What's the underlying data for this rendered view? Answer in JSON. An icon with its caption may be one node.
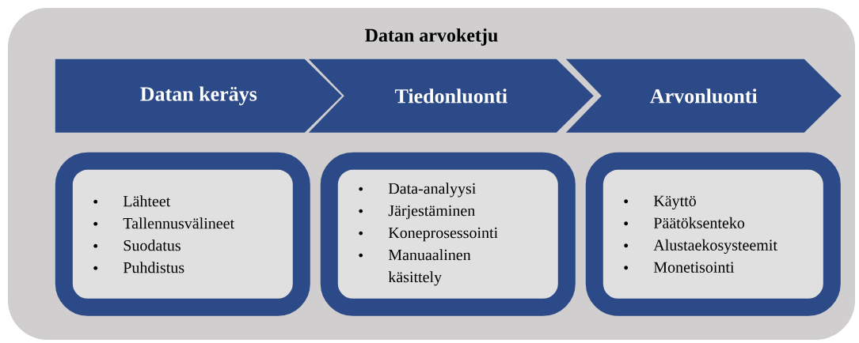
{
  "diagram": {
    "nodes": [
      {
        "text": [
          "Datan arvoketju"
        ]
      },
      {
        "text": [
          "Datan keräys"
        ],
        "in": 0
      },
      {
        "text": [
          "Tiedonluonti"
        ],
        "in": 0
      },
      {
        "text": [
          "Arvonluonti"
        ],
        "in": 0
      },
      {
        "text": [
          "Lähteet",
          "Tallennusvälineet",
          "Suodatus",
          "Puhdistus"
        ],
        "in": 0
      },
      {
        "text": [
          "Data-analyysi",
          "Järjestäminen",
          "Koneprosessointi",
          "Manuaalinen käsittely"
        ],
        "in": 0
      },
      {
        "text": [
          "Käyttö",
          "Päätöksenteko",
          "Alustaekosysteemit",
          "Monetisointi"
        ],
        "in": 0
      }
    ],
    "edges": []
  }
}
